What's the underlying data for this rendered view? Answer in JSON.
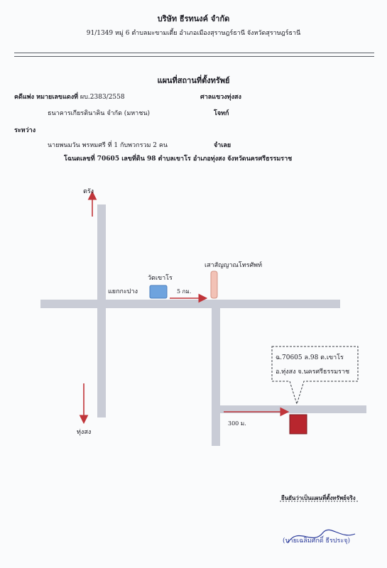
{
  "header": {
    "company": "บริษัท ธีรทนงค์ จำกัด",
    "address": "91/1349 หมู่ 6 ตำบลมะขามเตี้ย อำเภอเมืองสุราษฎร์ธานี จังหวัดสุราษฎร์ธานี"
  },
  "doc_title": "แผนที่สถานที่ตั้งทรัพย์",
  "case": {
    "label": "คดีแพ่ง หมายเลขแดงที่",
    "number": "ผบ.2383/2558",
    "court": "ศาลแขวงทุ่งสง",
    "plaintiff": "ธนาคารเกียรตินาคิน จำกัด (มหาชน)",
    "plaintiff_role": "โจทก์",
    "between": "ระหว่าง",
    "defendant": "นายพนมวัน พรหมศรี ที่ 1 กับพวกรวม 2 คน",
    "defendant_role": "จำเลย"
  },
  "deed_line": "โฉนดเลขที่ 70605 เลขที่ดิน 98 ตำบลเขาโร อำเภอทุ่งสง จังหวัดนครศรีธรรมราช",
  "map": {
    "north_label": "ตรัง",
    "south_label": "ทุ่งสง",
    "junction_label": "แยกกะปาง",
    "temple_label": "วัดเขาโร",
    "distance_1": "5 กม.",
    "pole_label": "เสาสัญญาณโทรศัพท์",
    "distance_2": "300 ม.",
    "callout_line1": "ฉ.70605 ล.98 ต.เขาโร",
    "callout_line2": "อ.ทุ่งสง จ.นครศรีธรรมราช",
    "colors": {
      "road": "#c9ccd6",
      "arrow": "#c0353a",
      "temple": "#6ea3de",
      "pole": "#f2c2b6",
      "property": "#b8262e"
    }
  },
  "certification": {
    "text": "ยืนยันว่าเป็นแผนที่ตั้งทรัพย์จริง",
    "signature_name": "(นายเฉลิมศักดิ์ ธีรประจุ)"
  }
}
